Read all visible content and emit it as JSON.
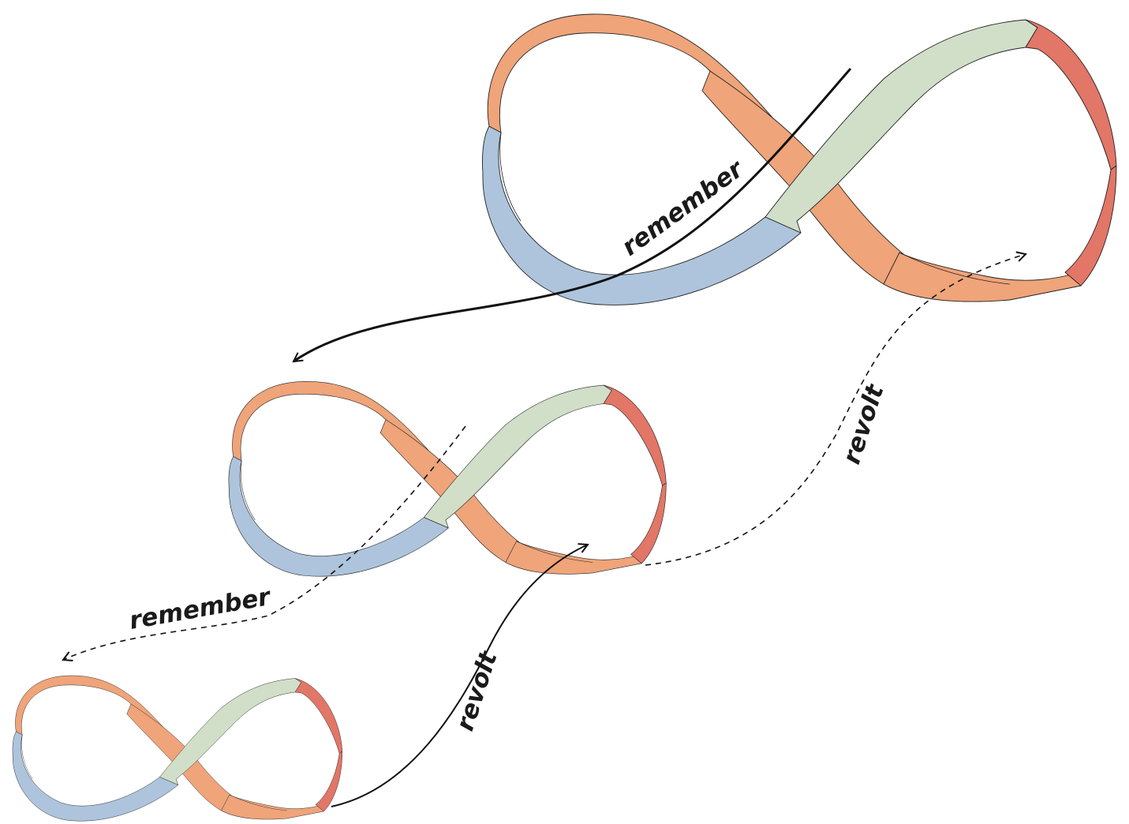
{
  "labels": {
    "remember_top": "remember",
    "revolt_right": "revolt",
    "remember_mid": "remember",
    "revolt_bottom": "revolt"
  },
  "colors": {
    "orange": "#efa47a",
    "green": "#d1dec8",
    "red": "#e27667",
    "blue": "#adc4dc",
    "stroke": "#222222"
  },
  "figures": [
    {
      "name": "large-loop",
      "segments": [
        "orange",
        "green",
        "red",
        "blue"
      ]
    },
    {
      "name": "medium-loop",
      "segments": [
        "orange",
        "green",
        "red",
        "blue"
      ]
    },
    {
      "name": "small-loop",
      "segments": [
        "orange",
        "green",
        "red",
        "blue"
      ]
    }
  ],
  "connectors": [
    {
      "name": "remember-arrow-top",
      "style": "solid",
      "label": "remember"
    },
    {
      "name": "revolt-arrow-right",
      "style": "dashed",
      "label": "revolt"
    },
    {
      "name": "remember-arrow-mid",
      "style": "dashed",
      "label": "remember"
    },
    {
      "name": "revolt-arrow-bottom",
      "style": "solid",
      "label": "revolt"
    }
  ]
}
